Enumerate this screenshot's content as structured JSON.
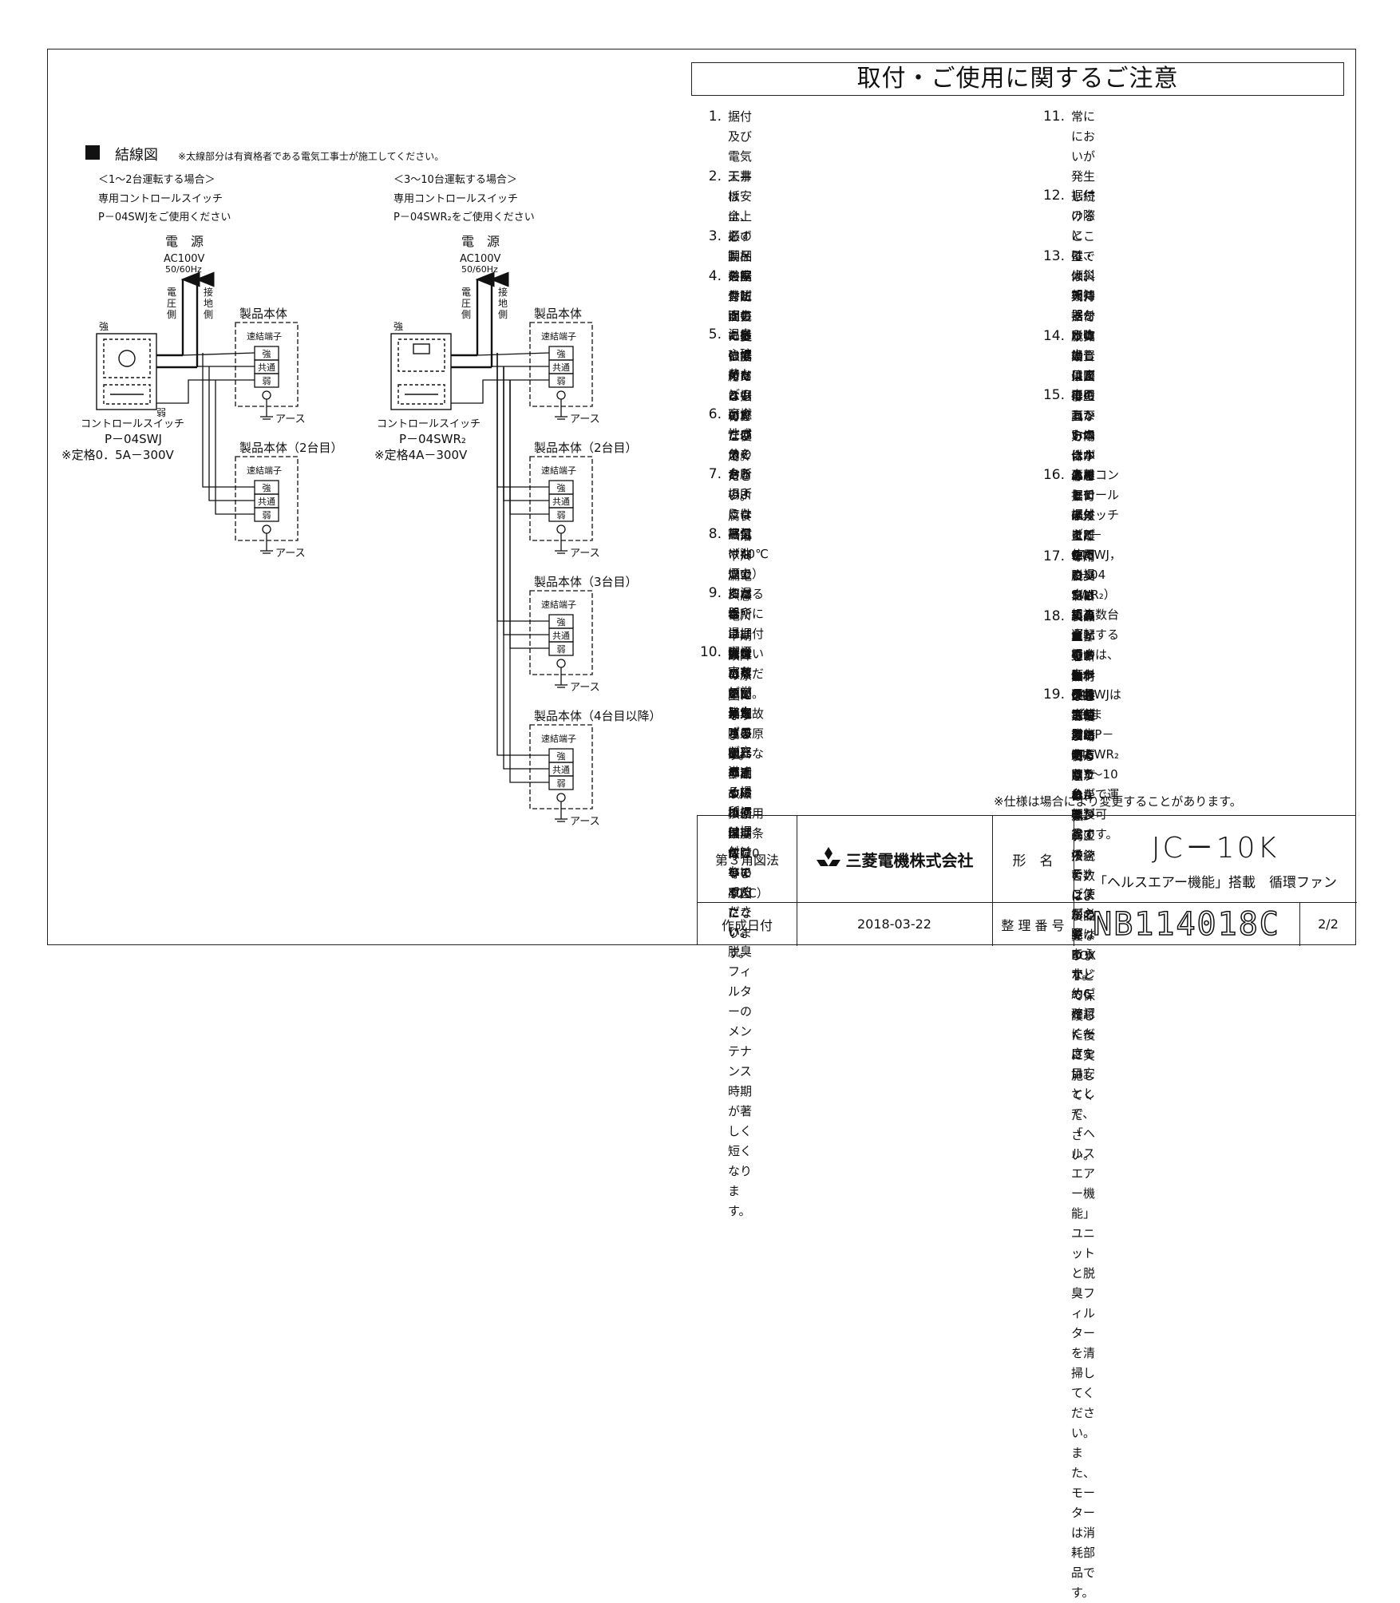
{
  "notes_title": "取付・ご使用に関するご注意",
  "notes_left": [
    {
      "num": "1.",
      "text": "据付及び電気工事は安全上必ず同梱の据付説明書に従って\nください。"
    },
    {
      "num": "2.",
      "text": "天井板は、振動・共鳴音防止のため強度のあるものをご使\n用ください。"
    },
    {
      "num": "3.",
      "text": "この製品を屋外に面した壁に据付けないでください。"
    },
    {
      "num": "4.",
      "text": "浴室など湿気の多い場所には据付けないでください。腐食\n（落下）、漏電（感電）、早期故障の原因になります。"
    },
    {
      "num": "5.",
      "text": "温泉や硫黄などの腐食性成分を含む場所には据付けないで\nください。腐食（落下）、漏電（感電）、早期故障の原因\nになります。"
    },
    {
      "num": "6.",
      "text": "可燃性ガスのある場所には据付けないでください。火災の\n原因になります。"
    },
    {
      "num": "7.",
      "text": "台所のような熱気や油煙の多い場所には据付けないでくだ\nさい。部品の破損、早期故障等の原因になります。"
    },
    {
      "num": "8.",
      "text": "高温（40℃以上）になる場所には据付けないでください。\n早期故障の原因になります。（使用温度条件：0～40℃）"
    },
    {
      "num": "9.",
      "text": "加湿器や湯気、水蒸気が発生する機器の近くには据付けな\nいでください。"
    },
    {
      "num": "10.",
      "text": "喫煙室など常にタバコが充満する場所には据付けないでく\nださい。脱臭フィルターのメンテナンス時期が著しく短く\nなります。"
    }
  ],
  "notes_right": [
    {
      "num": "11.",
      "text": "常ににおいが発生し続けるところでは、期待する脱臭効\n果が得られない場合があります。また、脱臭フィルター\nのメンテナンス時期が短くなります。"
    },
    {
      "num": "12.",
      "text": "据付の際には、火災報知器から吹出し口まで1．5ｍ以\n上離して据付けてください。"
    },
    {
      "num": "13.",
      "text": "壁・傾斜天井据付けの場合は図示の上下方向に本体を\n据付けてください。\n（1頁の■壁・傾斜天井据付け時の方向　参照）"
    },
    {
      "num": "14.",
      "text": "本体設置位置は壁面から本体中心まで1ｍ以上離してく\nださい。（1頁の■本体設置位置　参照）"
    },
    {
      "num": "15.",
      "text": "専用コントロールスイッチ以外をご使用の場合は組み合\nわせ上、不具合が発生するおそれがありますので、ご使\n用の際はあらかじめご確認ください。"
    },
    {
      "num": "16.",
      "text": "専用コントロールスイッチ（P－04SWJ，P－04\nSWR₂）で複数台運転する場合は、P－04SWJは\n2台まで、P－04SWR₂は3～10台まで運転が可\n能です。"
    },
    {
      "num": "17.",
      "text": "専用コントロールスイッチのLEDランプの明るさは、\n強・弱、接続台数によって異なります。"
    },
    {
      "num": "18.",
      "text": "製品上部を断熱材などで覆う場合（ブローイング工法含\nむ）は、製品をBOXなどで保護した後に実施してくだ\nさい。"
    },
    {
      "num": "19.",
      "text": "長年ご使用いただくためには製品のメンテナンスが必要\nです。約6か月に一度を目安として、「ヘルスエアー機\n能」ユニットと脱臭フィルターを清掃してください。ま\nた、モーターは消耗部品です。"
    }
  ],
  "spec_note": "※仕様は場合により変更することがあります。",
  "wiring": {
    "title": "結線図",
    "title_note": "※太線部分は有資格者である電気工事士が施工してください。",
    "left": {
      "heading": "＜1～2台運転する場合＞",
      "switch_line1": "専用コントロールスイッチ",
      "switch_line2": "P－04SWJをご使用ください",
      "switch_label": "コントロールスイッチ",
      "switch_model": "P－04SWJ",
      "rating": "※定格0．5A－300V"
    },
    "right": {
      "heading": "＜3～10台運転する場合＞",
      "switch_line1": "専用コントロールスイッチ",
      "switch_line2": "P－04SWR₂をご使用ください",
      "switch_label": "コントロールスイッチ",
      "switch_model": "P－04SWR₂",
      "rating": "※定格4A－300V"
    },
    "power": "電　源",
    "ac": "AC100V",
    "hz": "50/60Hz",
    "voltage_side": [
      "電",
      "圧",
      "側"
    ],
    "ground_side": [
      "接",
      "地",
      "側"
    ],
    "strong_label": "強",
    "weak_label": "弱",
    "units": [
      "製品本体",
      "製品本体（2台目）",
      "製品本体（3台目）",
      "製品本体（4台目以降）"
    ],
    "terminal": "速結端子",
    "terminals": [
      "強",
      "共通",
      "弱"
    ],
    "earth": "アース"
  },
  "title_block": {
    "projection": "第３角図法",
    "company": "三菱電機株式会社",
    "model_label": "形　名",
    "model": "JC－10K",
    "product": "「ヘルスエアー機能」搭載　循環ファン",
    "date_label": "作成日付",
    "date": "2018-03-22",
    "number_label": "整 理 番 号",
    "number": "NB114018C",
    "page": "2/2"
  }
}
